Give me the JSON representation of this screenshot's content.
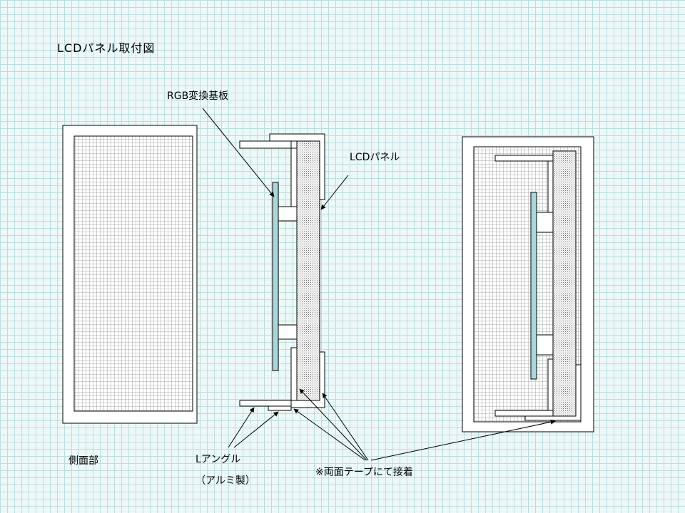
{
  "title": "LCDパネル取付図",
  "labels": {
    "rgb_board": "RGB変換基板",
    "lcd_panel": "LCDパネル",
    "side_part": "側面部",
    "l_angle": "Lアングル",
    "aluminum": "（アルミ製）",
    "tape_note": "※両面テープにて接着"
  },
  "colors": {
    "background": "#eef8f8",
    "grid": "#b9dede",
    "rgb_board": "#a8d8dc",
    "panel_dots": "#777777",
    "frame_grid": "#9a9a9a",
    "stroke": "#000000"
  }
}
